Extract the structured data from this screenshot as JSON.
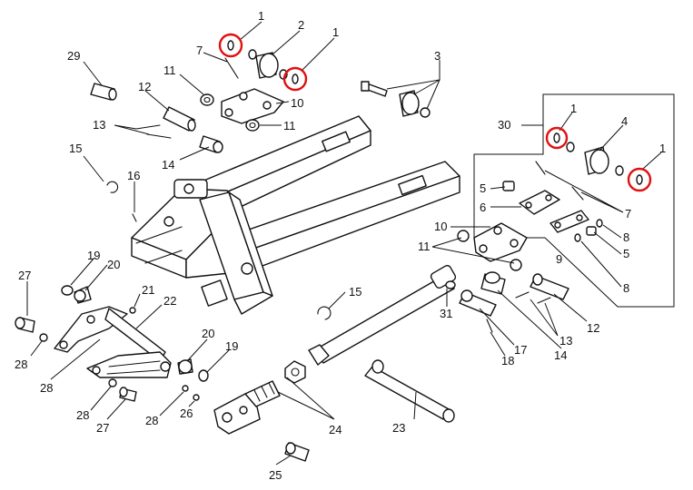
{
  "diagram": {
    "labels": [
      "1",
      "2",
      "1",
      "7",
      "29",
      "11",
      "12",
      "10",
      "11",
      "13",
      "14",
      "3",
      "15",
      "16",
      "30",
      "1",
      "4",
      "1",
      "5",
      "6",
      "7",
      "10",
      "11",
      "8",
      "5",
      "9",
      "8",
      "19",
      "20",
      "27",
      "21",
      "22",
      "15",
      "31",
      "12",
      "17",
      "13",
      "14",
      "18",
      "28",
      "20",
      "19",
      "28",
      "28",
      "27",
      "26",
      "24",
      "23",
      "25"
    ],
    "highlight_color": "#e01010",
    "line_color": "#111111"
  }
}
